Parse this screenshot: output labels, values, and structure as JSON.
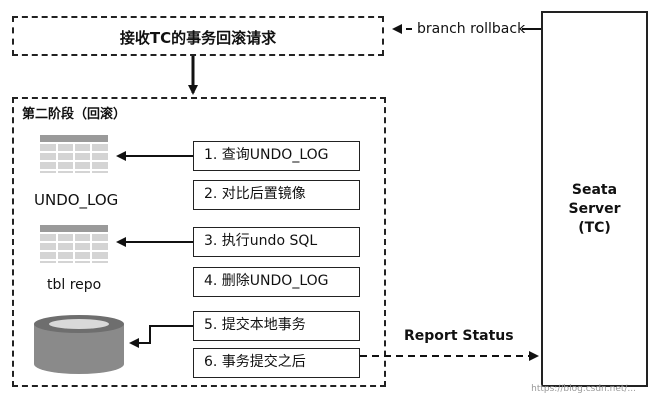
{
  "header": {
    "request_label": "接收TC的事务回滚请求"
  },
  "phase": {
    "title": "第二阶段（回滚）"
  },
  "steps": [
    {
      "label": "1. 查询UNDO_LOG"
    },
    {
      "label": "2. 对比后置镜像"
    },
    {
      "label": "3. 执行undo SQL"
    },
    {
      "label": "4. 删除UNDO_LOG"
    },
    {
      "label": "5. 提交本地事务"
    },
    {
      "label": "6. 事务提交之后"
    }
  ],
  "tables": [
    {
      "label": "UNDO_LOG",
      "icon": "table-icon"
    },
    {
      "label": "tbl repo",
      "icon": "table-icon"
    }
  ],
  "database": {
    "icon": "database-cylinder-icon"
  },
  "server": {
    "line1": "Seata",
    "line2": "Server",
    "line3": "(TC)"
  },
  "arrows": {
    "branch_rollback": "branch rollback",
    "report_status": "Report Status"
  },
  "watermark": "https://blog.csdn.net/..."
}
